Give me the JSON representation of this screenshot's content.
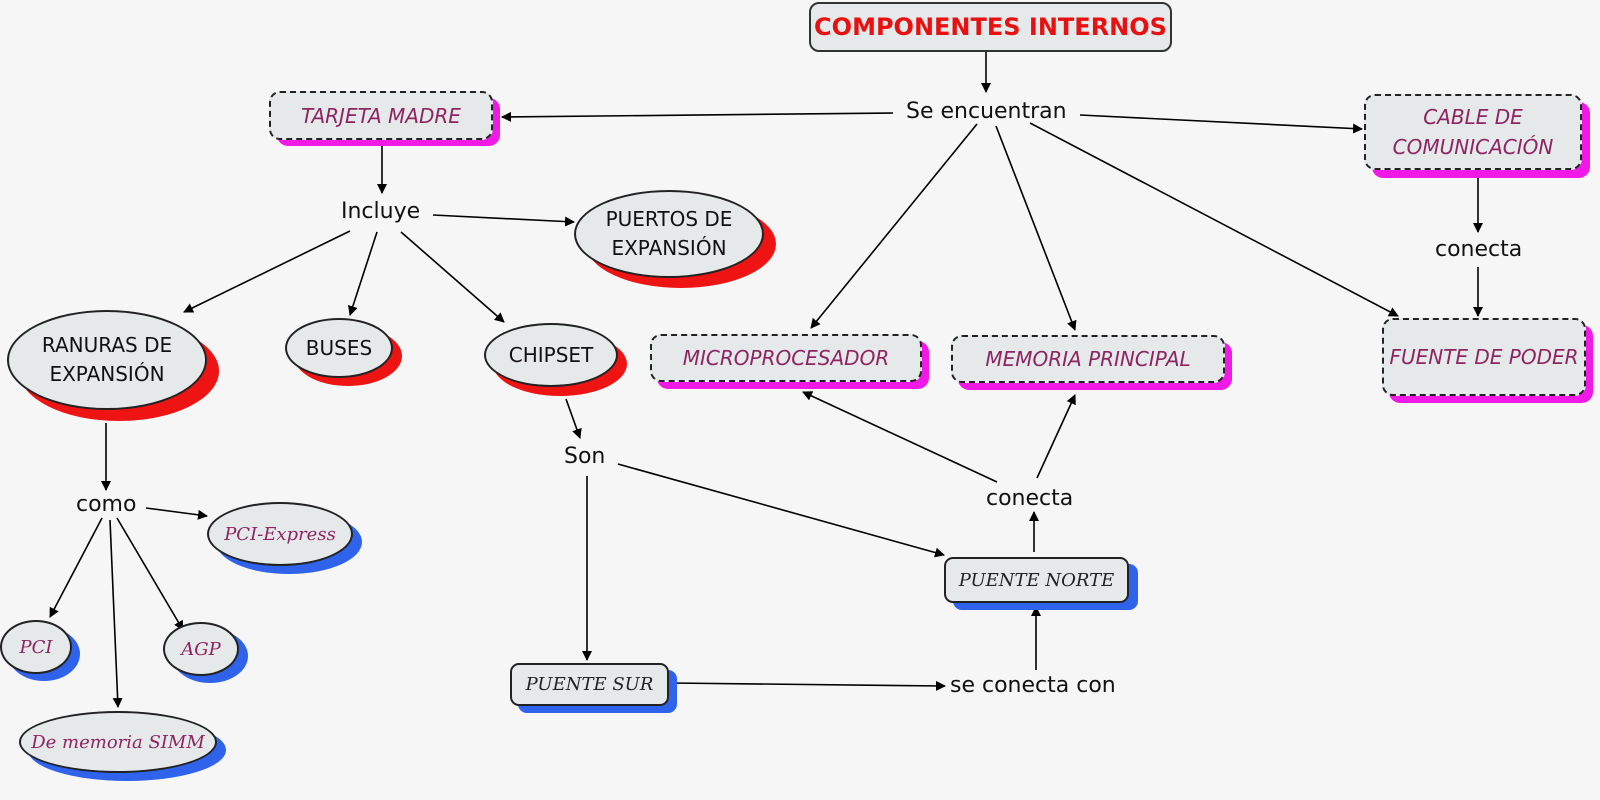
{
  "title": "COMPONENTES INTERNOS",
  "links": {
    "se_encuentran": "Se encuentran",
    "incluye": "Incluye",
    "conecta_top": "conecta",
    "como": "como",
    "son": "Son",
    "conecta_mid": "conecta",
    "se_conecta_con": "se conecta con"
  },
  "components": {
    "tarjeta_madre": "TARJETA MADRE",
    "cable_comunicacion": "CABLE DE COMUNICACIÓN",
    "microprocesador": "MICROPROCESADOR",
    "memoria_principal": "MEMORIA PRINCIPAL",
    "fuente_poder": "FUENTE DE PODER"
  },
  "parts": {
    "puertos_expansion": "PUERTOS DE EXPANSIÓN",
    "ranuras_expansion": "RANURAS DE EXPANSIÓN",
    "buses": "BUSES",
    "chipset": "CHIPSET"
  },
  "slots": {
    "pci_express": "PCI-Express",
    "pci": "PCI",
    "agp": "AGP",
    "memoria_simm": "De memoria SIMM"
  },
  "bridges": {
    "puente_norte": "PUENTE NORTE",
    "puente_sur": "PUENTE SUR"
  },
  "colors": {
    "title_text": "#e81010",
    "component_text": "#8e2462",
    "component_shadow": "#f019e6",
    "part_shadow": "#ef1414",
    "slot_shadow": "#2f63ec",
    "node_fill": "#e6e9ea"
  }
}
